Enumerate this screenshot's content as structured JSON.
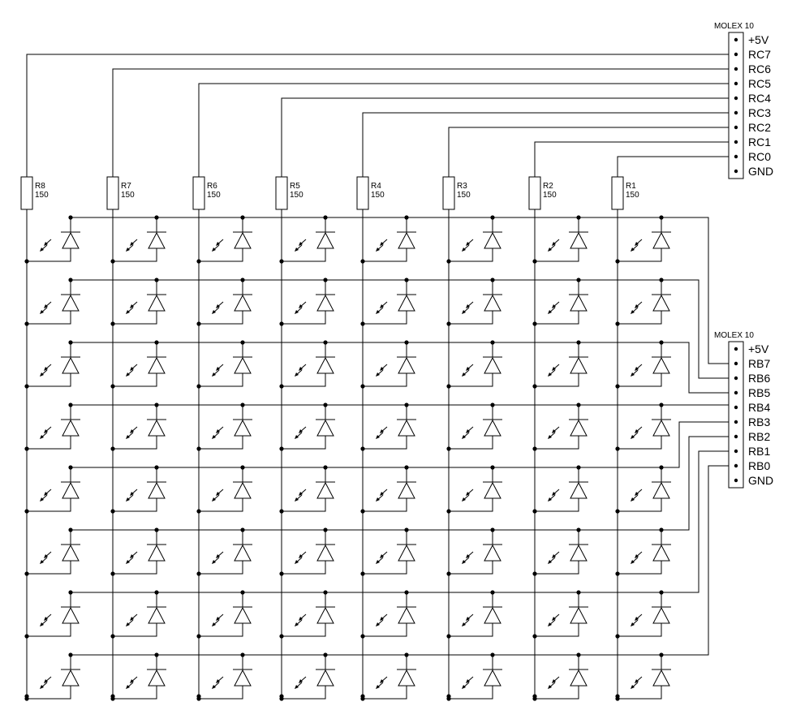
{
  "connectors": {
    "top": {
      "title": "MOLEX 10",
      "pins": [
        "+5V",
        "RC7",
        "RC6",
        "RC5",
        "RC4",
        "RC3",
        "RC2",
        "RC1",
        "RC0",
        "GND"
      ]
    },
    "bottom": {
      "title": "MOLEX 10",
      "pins": [
        "+5V",
        "RB7",
        "RB6",
        "RB5",
        "RB4",
        "RB3",
        "RB2",
        "RB1",
        "RB0",
        "GND"
      ]
    }
  },
  "resistors": [
    {
      "ref": "R8",
      "value": "150"
    },
    {
      "ref": "R7",
      "value": "150"
    },
    {
      "ref": "R6",
      "value": "150"
    },
    {
      "ref": "R5",
      "value": "150"
    },
    {
      "ref": "R4",
      "value": "150"
    },
    {
      "ref": "R3",
      "value": "150"
    },
    {
      "ref": "R2",
      "value": "150"
    },
    {
      "ref": "R1",
      "value": "150"
    }
  ],
  "led_matrix": {
    "rows": 8,
    "columns": 8
  }
}
